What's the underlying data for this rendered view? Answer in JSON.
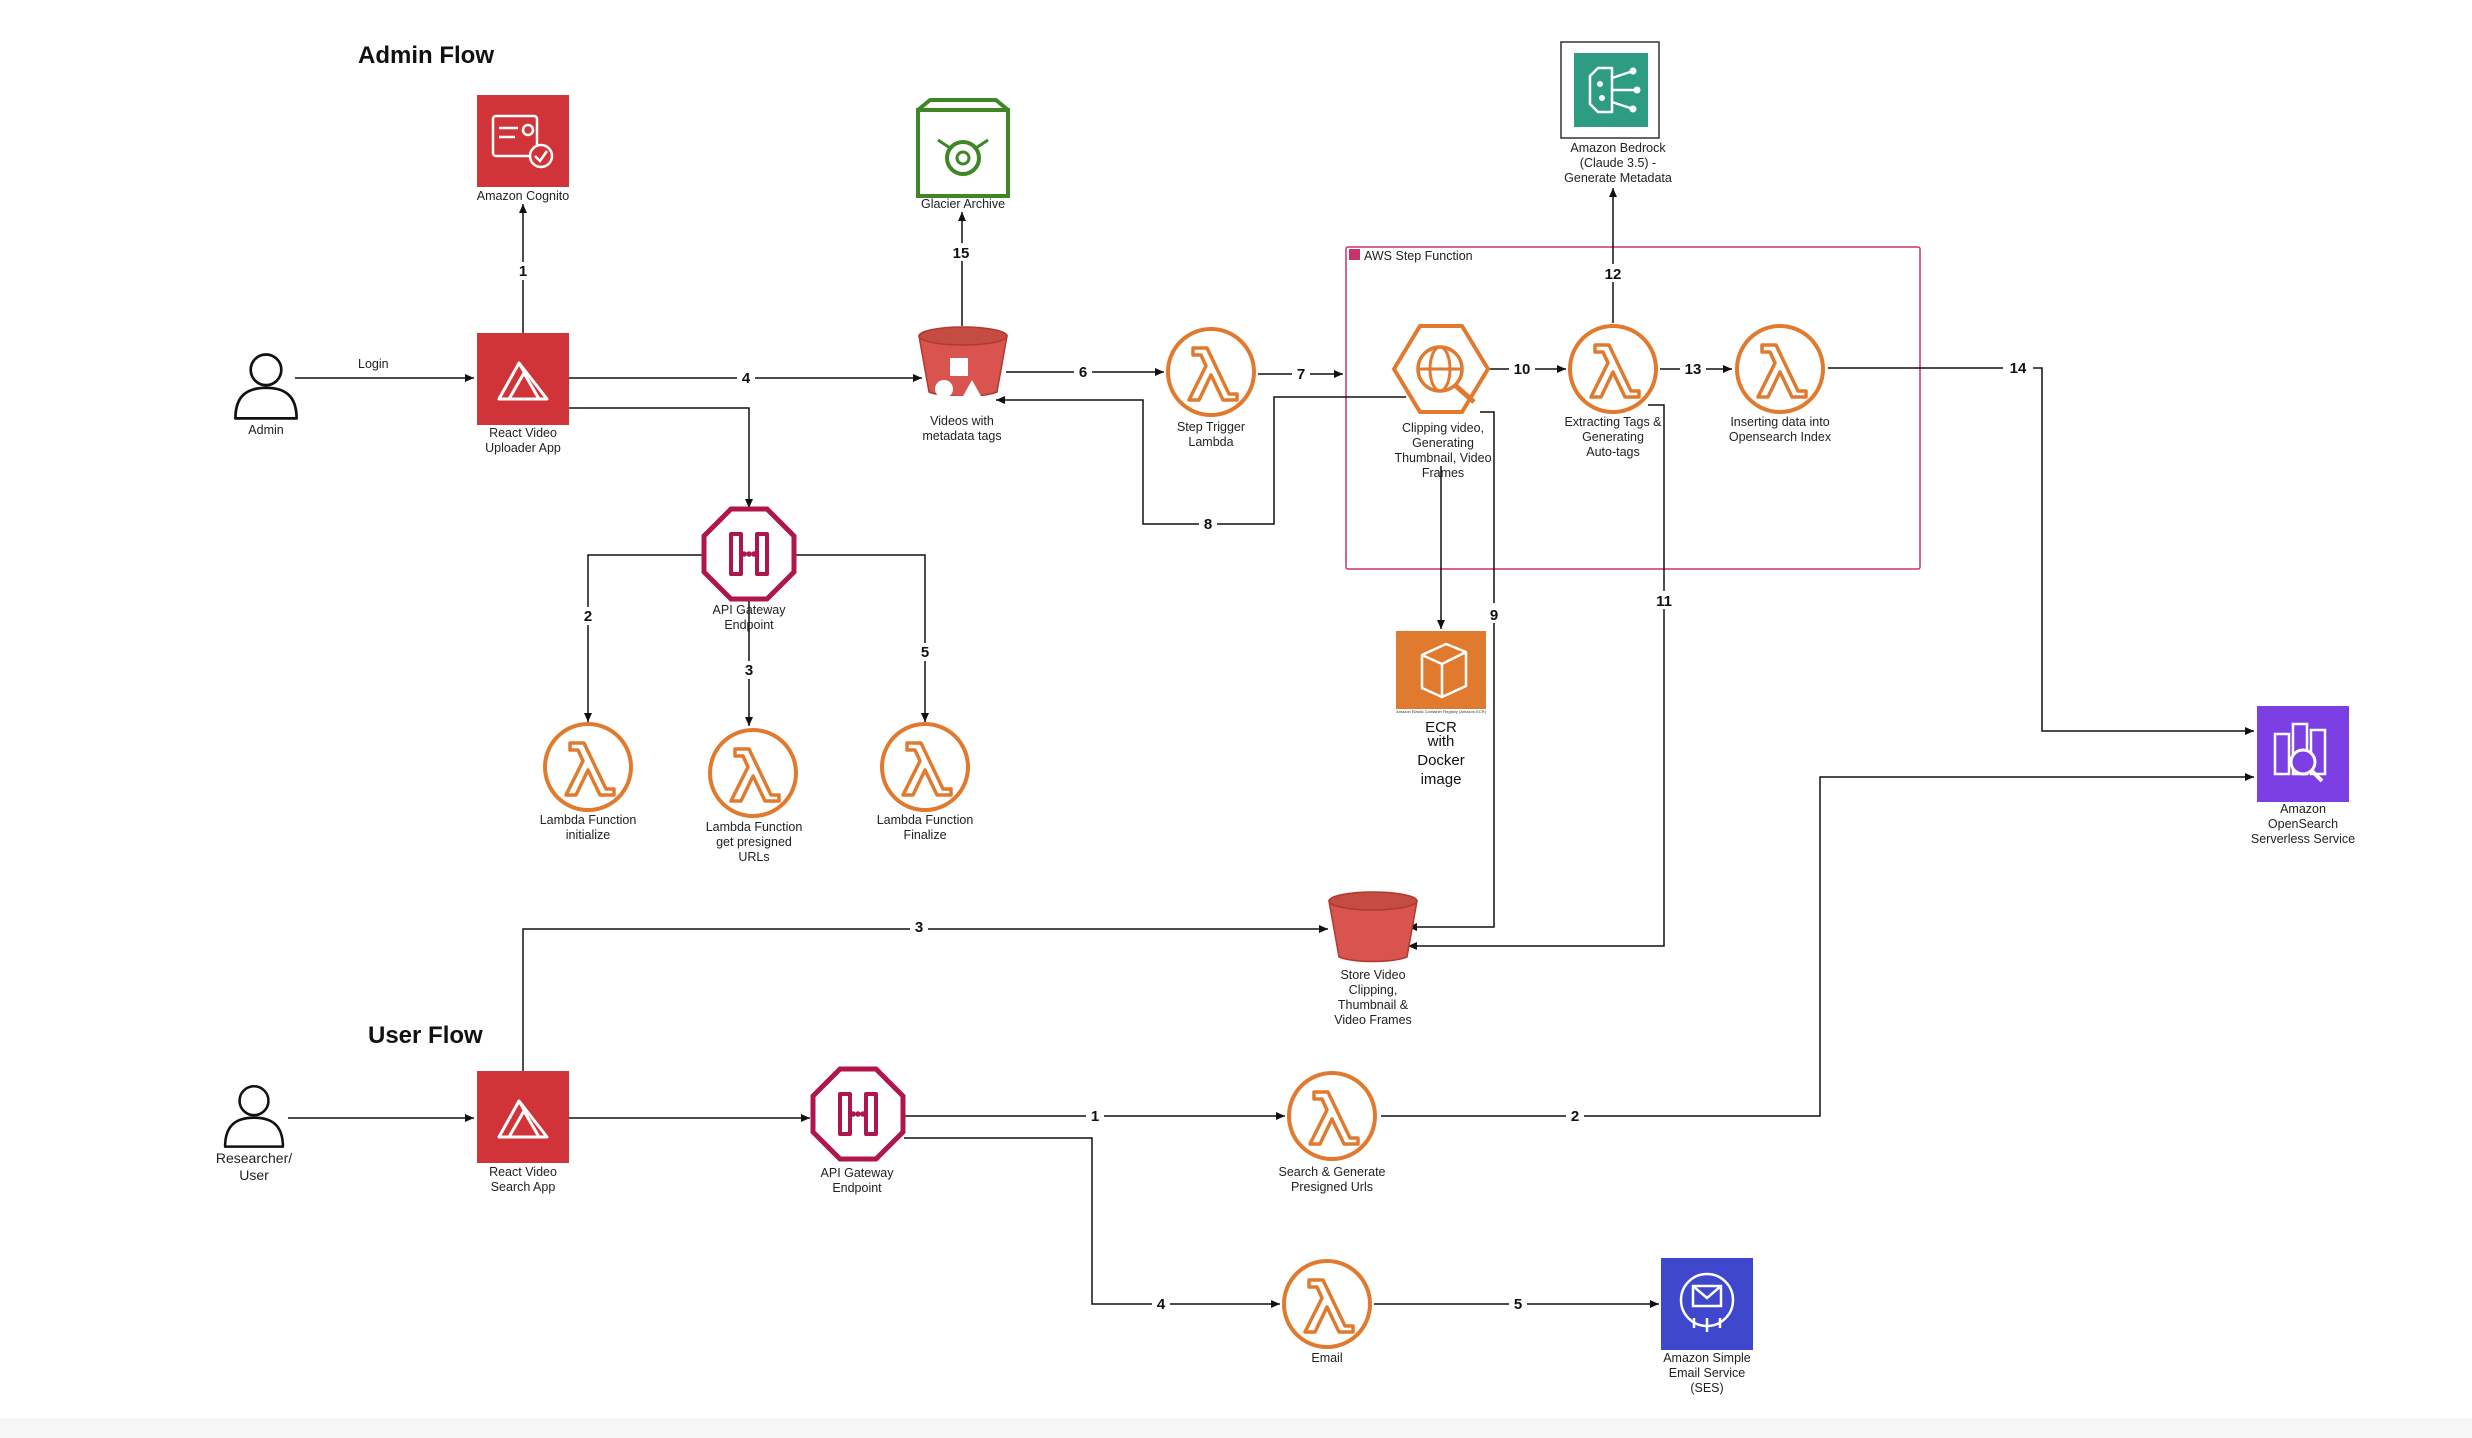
{
  "titles": {
    "admin_flow": "Admin Flow",
    "user_flow": "User Flow"
  },
  "step_function": {
    "label": "AWS Step Function",
    "color": "#c7336b"
  },
  "colors": {
    "security_red": "#d13438",
    "compute_orange": "#e07a2e",
    "storage_green": "#3f8624",
    "api_magenta": "#b0164e",
    "ml_teal": "#2e9c82",
    "analytics_purple": "#7b3fe4",
    "ses_blue": "#3f48cc"
  },
  "nodes": {
    "admin": {
      "label": "Admin",
      "icon": "user-icon"
    },
    "cognito": {
      "label": "Amazon Cognito",
      "icon": "cognito-icon"
    },
    "uploader_app": {
      "label_1": "React Video",
      "label_2": "Uploader App",
      "icon": "amplify-icon"
    },
    "glacier": {
      "label": "Glacier Archive",
      "icon": "glacier-vault-icon"
    },
    "s3_videos": {
      "label_1": "Videos with",
      "label_2": "metadata tags",
      "icon": "s3-bucket-icon"
    },
    "step_trigger": {
      "label_1": "Step Trigger",
      "label_2": "Lambda",
      "icon": "lambda-icon"
    },
    "clipping": {
      "label_1": "Clipping video,",
      "label_2": "Generating",
      "label_3": "Thumbnail, Video",
      "label_4": "Frames",
      "icon": "mediaconvert-icon"
    },
    "extract_tags": {
      "label_1": "Extracting Tags &",
      "label_2": "Generating",
      "label_3": "Auto-tags",
      "icon": "lambda-icon"
    },
    "insert_index": {
      "label_1": "Inserting data into",
      "label_2": "Opensearch Index",
      "icon": "lambda-icon"
    },
    "bedrock": {
      "label_1": "Amazon Bedrock",
      "label_2": "(Claude 3.5) -",
      "label_3": "Generate Metadata",
      "icon": "bedrock-icon"
    },
    "api_gw_admin": {
      "label_1": "API Gateway",
      "label_2": "Endpoint",
      "icon": "api-gateway-icon"
    },
    "lambda_init": {
      "label_1": "Lambda Function",
      "label_2": "initialize",
      "icon": "lambda-icon"
    },
    "lambda_presigned": {
      "label_1": "Lambda Function",
      "label_2": "get presigned",
      "label_3": "URLs",
      "icon": "lambda-icon"
    },
    "lambda_finalize": {
      "label_1": "Lambda Function",
      "label_2": "Finalize",
      "icon": "lambda-icon"
    },
    "ecr": {
      "label_1": "ECR",
      "label_2": "with",
      "label_3": "Docker",
      "label_4": "image",
      "tiny": "Amazon Elastic Container Registry (Amazon ECR)",
      "icon": "ecr-icon"
    },
    "opensearch": {
      "label_1": "Amazon",
      "label_2": "OpenSearch",
      "label_3": "Serverless Service",
      "icon": "opensearch-icon"
    },
    "s3_store": {
      "label_1": "Store Video",
      "label_2": "Clipping,",
      "label_3": "Thumbnail &",
      "label_4": "Video Frames",
      "icon": "s3-bucket-icon"
    },
    "researcher": {
      "label_1": "Researcher/",
      "label_2": "User",
      "icon": "user-icon"
    },
    "search_app": {
      "label_1": "React Video",
      "label_2": "Search App",
      "icon": "amplify-icon"
    },
    "api_gw_user": {
      "label_1": "API Gateway",
      "label_2": "Endpoint",
      "icon": "api-gateway-icon"
    },
    "lambda_search": {
      "label_1": "Search & Generate",
      "label_2": "Presigned Urls",
      "icon": "lambda-icon"
    },
    "lambda_email": {
      "label": "Email",
      "icon": "lambda-icon"
    },
    "ses": {
      "label_1": "Amazon Simple",
      "label_2": "Email Service",
      "label_3": "(SES)",
      "icon": "ses-icon"
    }
  },
  "edges": {
    "login": "Login",
    "e1": "1",
    "e2": "2",
    "e3": "3",
    "e4": "4",
    "e5": "5",
    "e6": "6",
    "e7": "7",
    "e8": "8",
    "e9": "9",
    "e10": "10",
    "e11": "11",
    "e12": "12",
    "e13": "13",
    "e14": "14",
    "e15": "15",
    "u1": "1",
    "u2": "2",
    "u3": "3",
    "u4": "4",
    "u5": "5"
  }
}
